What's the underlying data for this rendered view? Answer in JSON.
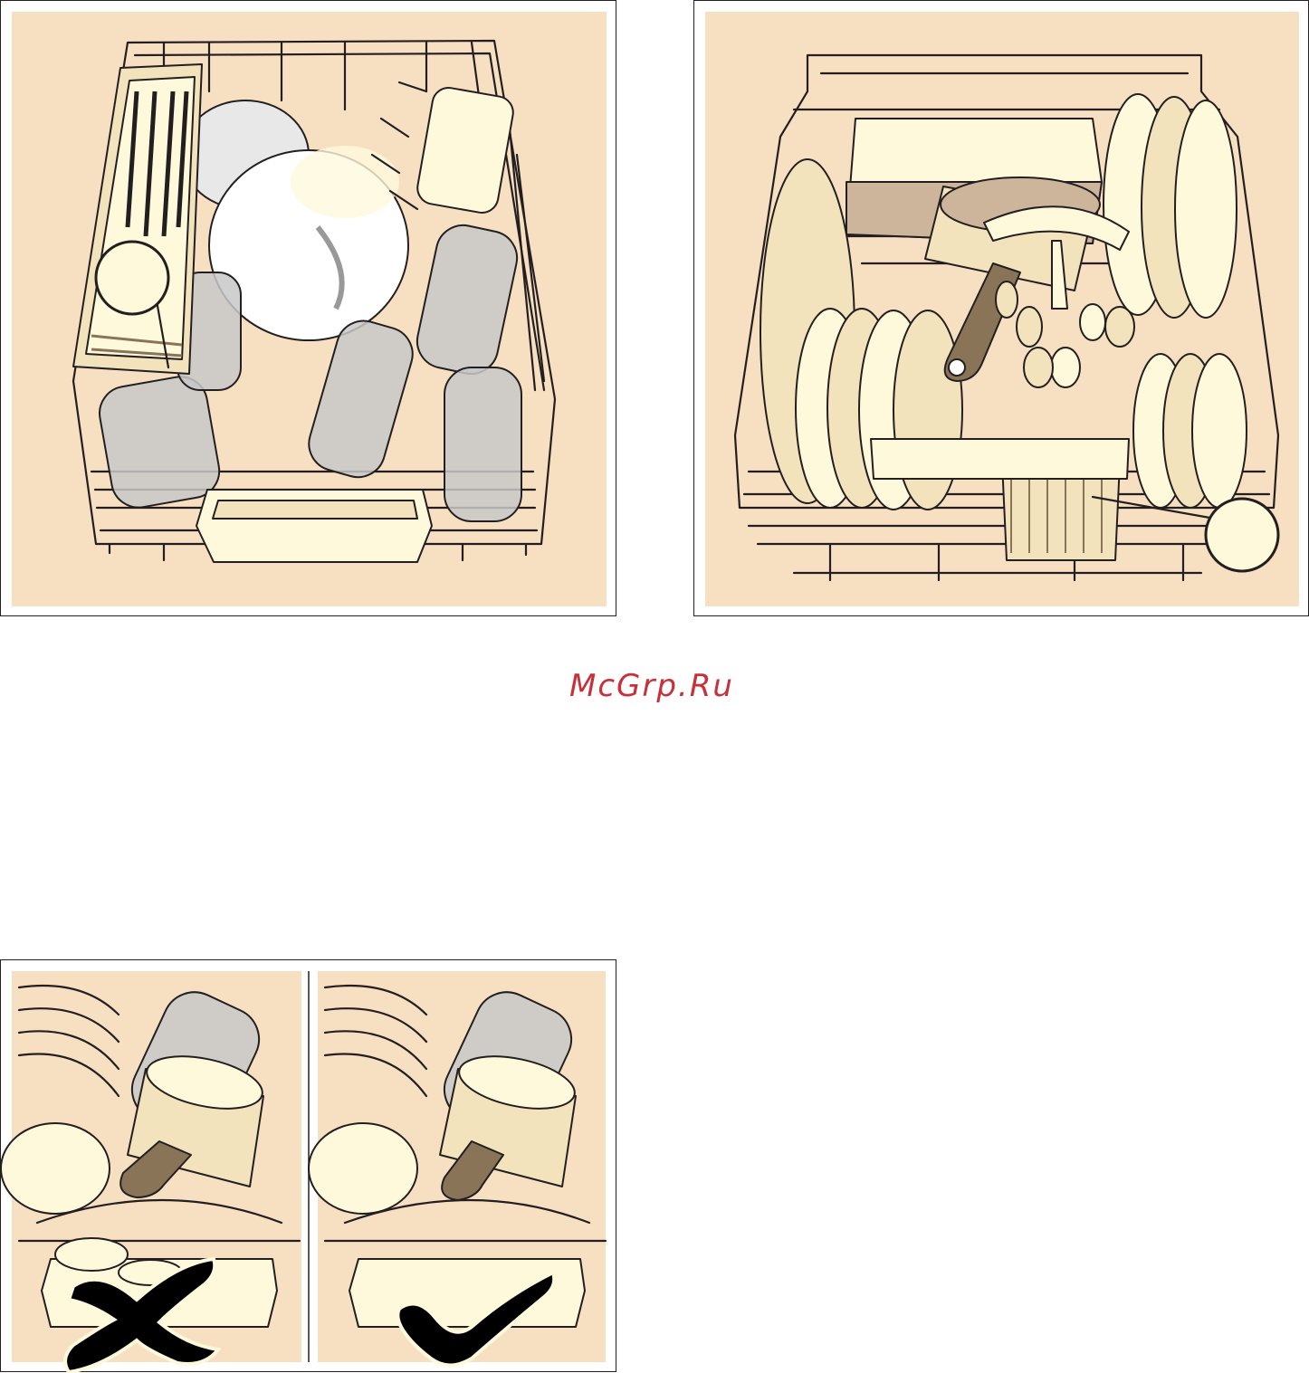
{
  "watermark": {
    "text": "McGrp.Ru",
    "color": "#c8303a"
  },
  "colors": {
    "background": "#f7dfc2",
    "item_light": "#fff9dc",
    "item_mid": "#f3e3bd",
    "item_shadow": "#ccb59a",
    "glass": "#c8c8c8",
    "outline": "#231f20"
  },
  "panels": [
    {
      "id": "upper-basket",
      "icons": [
        "cutlery-tray-icon",
        "bowl-icon",
        "glass-icon",
        "cup-icon",
        "callout-circle-icon"
      ]
    },
    {
      "id": "lower-basket",
      "icons": [
        "plate-icon",
        "oven-dish-icon",
        "saucepan-icon",
        "cutlery-basket-icon",
        "callout-circle-icon"
      ]
    },
    {
      "id": "loading-comparison",
      "icons": [
        "wrong-cross-icon",
        "correct-check-icon"
      ]
    }
  ]
}
